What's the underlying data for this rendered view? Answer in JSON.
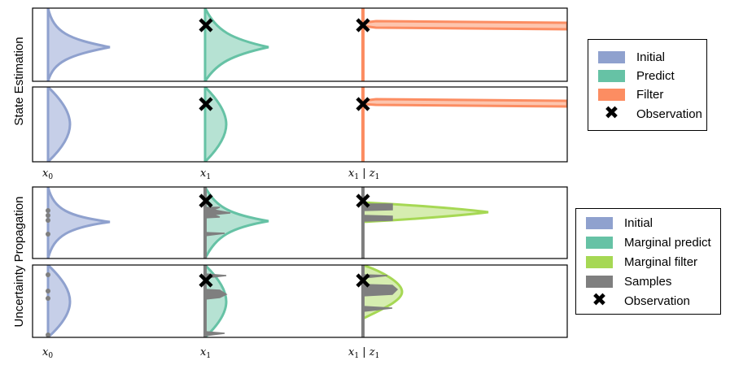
{
  "colors": {
    "initial": "#8fa1ce",
    "initial_fill": "#c6cfe8",
    "predict": "#66c2a5",
    "predict_fill": "#b6e2d3",
    "filter": "#fc8d62",
    "filter_fill": "#fdc5ae",
    "mfilter": "#a6d854",
    "mfilter_fill": "#d6edb0",
    "samples": "#7f7f7f",
    "observation": "#000000"
  },
  "groups": [
    {
      "ylabel": "State Estimation",
      "ticks": [
        {
          "base": "x",
          "sub": "0",
          "extra": ""
        },
        {
          "base": "x",
          "sub": "1",
          "extra": ""
        },
        {
          "base": "x",
          "sub": "1",
          "extra": " | z",
          "extra_sub": "1"
        }
      ]
    },
    {
      "ylabel": "Uncertainty Propagation",
      "ticks": [
        {
          "base": "x",
          "sub": "0",
          "extra": ""
        },
        {
          "base": "x",
          "sub": "1",
          "extra": ""
        },
        {
          "base": "x",
          "sub": "1",
          "extra": " | z",
          "extra_sub": "1"
        }
      ]
    }
  ],
  "legend_state": {
    "items": [
      {
        "label": "Initial",
        "icon": "initial-swatch"
      },
      {
        "label": "Predict",
        "icon": "predict-swatch"
      },
      {
        "label": "Filter",
        "icon": "filter-swatch"
      },
      {
        "label": "Observation",
        "icon": "x-mark-icon"
      }
    ]
  },
  "legend_uncertainty": {
    "items": [
      {
        "label": "Initial",
        "icon": "initial-swatch"
      },
      {
        "label": "Marginal predict",
        "icon": "marginal-predict-swatch"
      },
      {
        "label": "Marginal filter",
        "icon": "marginal-filter-swatch"
      },
      {
        "label": "Samples",
        "icon": "samples-swatch"
      },
      {
        "label": "Observation",
        "icon": "x-mark-icon"
      }
    ]
  }
}
